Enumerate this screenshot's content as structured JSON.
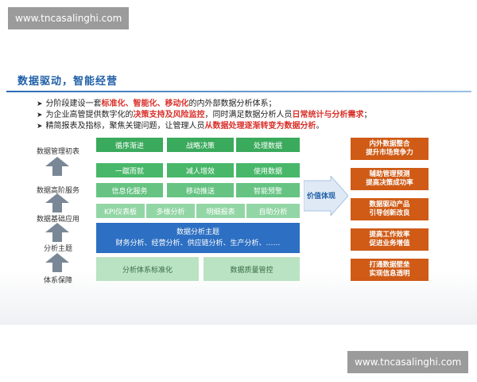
{
  "watermark": {
    "top": "www.tncasalinghi.com",
    "bottom": "www.tncasalinghi.com"
  },
  "title": "数据驱动，智能经营",
  "bullets": [
    {
      "parts": [
        {
          "t": "分阶段建设一套"
        },
        {
          "t": "标准化、智能化、移动化",
          "hl": true
        },
        {
          "t": "的内外部数据分析体系；"
        }
      ]
    },
    {
      "parts": [
        {
          "t": "为企业高管提供数字化的"
        },
        {
          "t": "决策支持及风险监控",
          "hl": true
        },
        {
          "t": "，同时满足数据分析人员"
        },
        {
          "t": "日常统计与分析需求",
          "hl": true
        },
        {
          "t": "；"
        }
      ]
    },
    {
      "parts": [
        {
          "t": "精简报表及指标，聚焦关键问题，让管理人员"
        },
        {
          "t": "从数据处理逐渐转变为数据分析",
          "hl": true
        },
        {
          "t": "。"
        }
      ]
    }
  ],
  "left_labels": [
    "数据管理初表",
    "数据高阶服务",
    "数据基础应用",
    "分析主题",
    "体系保障"
  ],
  "row1": [
    "循序渐进",
    "战略决策",
    "处理数据"
  ],
  "row2": [
    "一蹴而就",
    "减人增效",
    "使用数据"
  ],
  "row3": [
    "信息化服务",
    "移动推送",
    "智能预警"
  ],
  "row4": [
    "KPI仪表板",
    "多维分析",
    "明细报表",
    "自助分析"
  ],
  "band": {
    "title": "数据分析主题",
    "items": "财务分析、经营分析、供应链分析、生产分析、……"
  },
  "row5": [
    "分析体系标准化",
    "数据质量管控"
  ],
  "value_label": "价值体现",
  "outcomes": [
    [
      "内外数据整合",
      "提升市场竞争力"
    ],
    [
      "辅助管理预测",
      "提高决策成功率"
    ],
    [
      "数据驱动产品",
      "引导创新改良"
    ],
    [
      "提高工作效率",
      "促进业务增值"
    ],
    [
      "打通数据壁垒",
      "实现信息透明"
    ]
  ],
  "colors": {
    "accent": "#1f5fa8",
    "green": "#3aaa5c",
    "blue": "#2d6fc2",
    "orange": "#cf5b16",
    "highlight": "#d9302a"
  }
}
